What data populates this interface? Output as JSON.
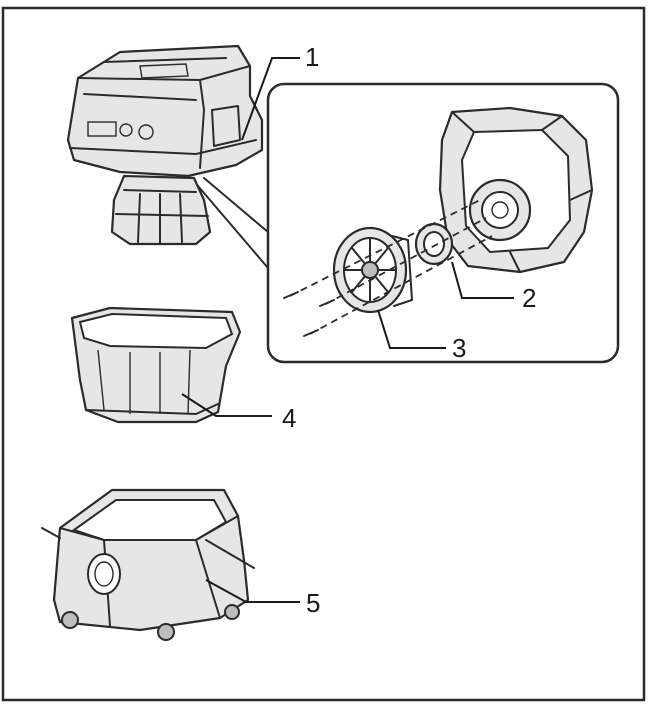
{
  "callouts": [
    {
      "id": "1",
      "label": "1"
    },
    {
      "id": "2",
      "label": "2"
    },
    {
      "id": "3",
      "label": "3"
    },
    {
      "id": "4",
      "label": "4"
    },
    {
      "id": "5",
      "label": "5"
    }
  ],
  "colors": {
    "ink": "#2b2b2b",
    "fill": "#e6e6e6",
    "filter": "#d9d9d9"
  }
}
